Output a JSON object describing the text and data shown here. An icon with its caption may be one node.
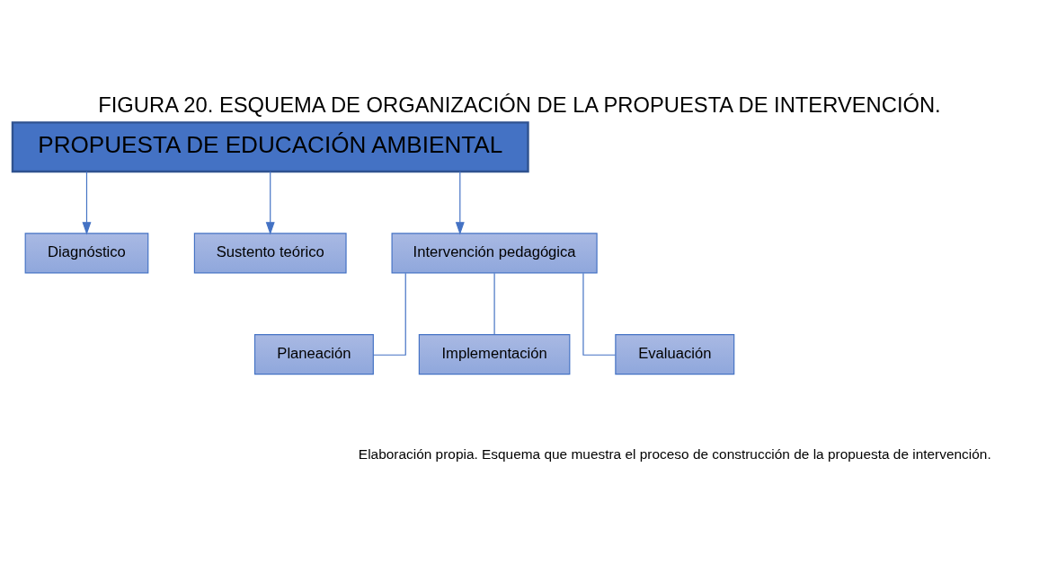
{
  "diagram": {
    "title": "FIGURA 20. ESQUEMA DE ORGANIZACIÓN DE LA PROPUESTA DE INTERVENCIÓN.",
    "caption": "Elaboración propia. Esquema que muestra el proceso de construcción de la propuesta de intervención.",
    "nodes": [
      {
        "text": [
          "PROPUESTA DE EDUCACIÓN AMBIENTAL"
        ]
      },
      {
        "text": [
          "Diagnóstico"
        ]
      },
      {
        "text": [
          "Sustento teórico"
        ]
      },
      {
        "text": [
          "Intervención pedagógica"
        ]
      },
      {
        "text": [
          "Planeación"
        ]
      },
      {
        "text": [
          "Implementación"
        ]
      },
      {
        "text": [
          "Evaluación"
        ]
      }
    ],
    "edges": [
      {
        "from": 0,
        "to": 1,
        "arrow": "to"
      },
      {
        "from": 0,
        "to": 2,
        "arrow": "to"
      },
      {
        "from": 0,
        "to": 3,
        "arrow": "to"
      },
      {
        "from": 3,
        "to": 4,
        "arrow": "none"
      },
      {
        "from": 3,
        "to": 5,
        "arrow": "none"
      },
      {
        "from": 3,
        "to": 6,
        "arrow": "none"
      }
    ]
  }
}
